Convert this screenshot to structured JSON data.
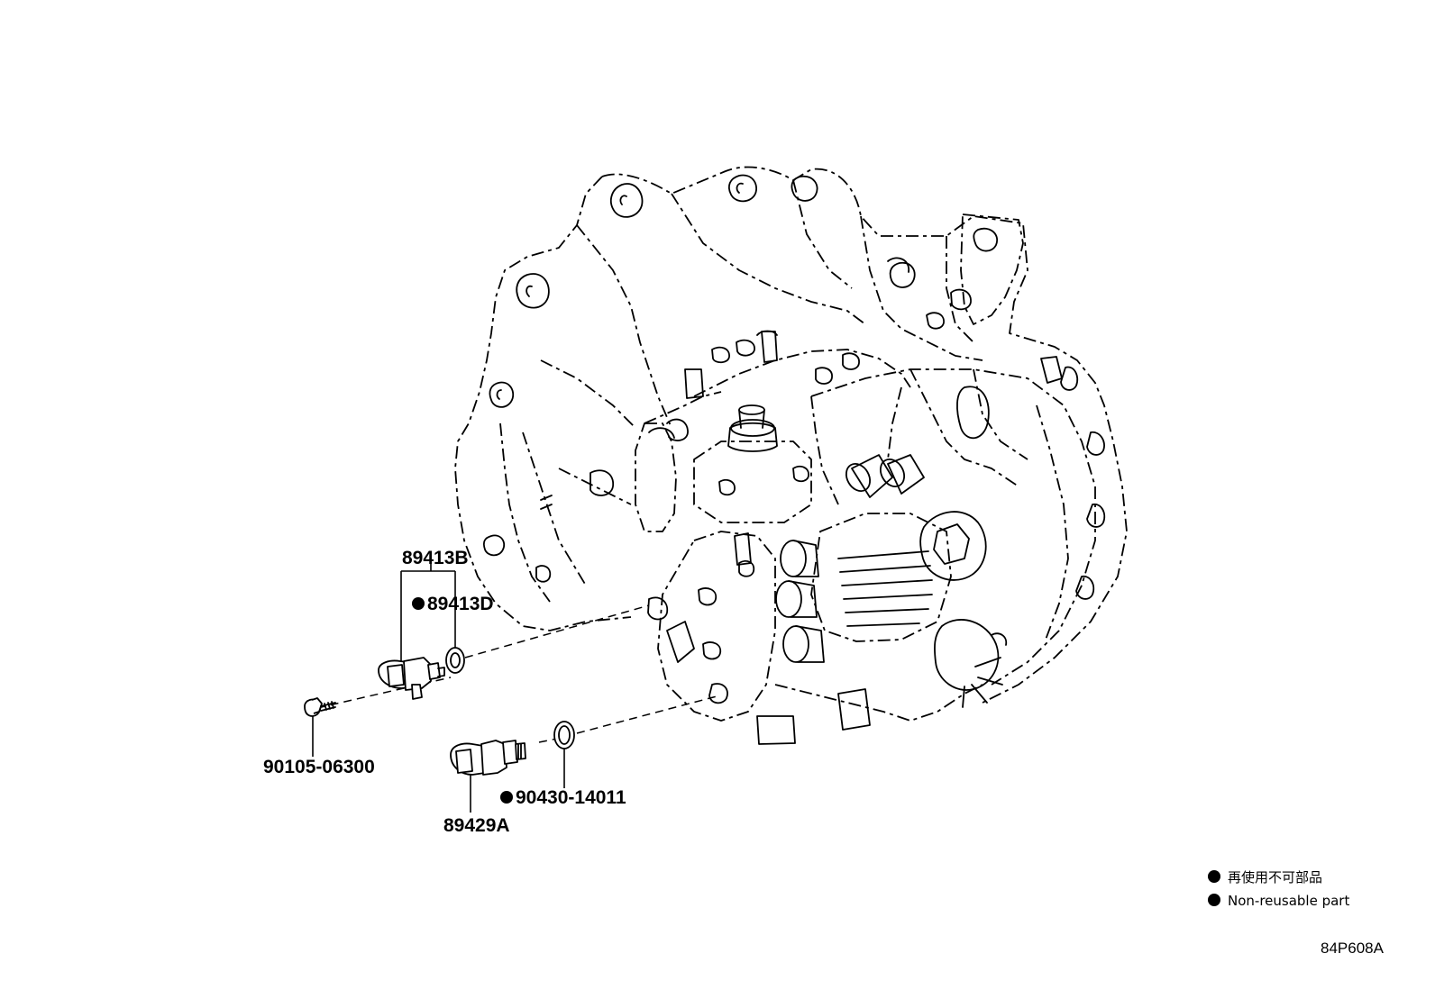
{
  "parts": [
    {
      "id": "p1",
      "number": "89413B",
      "nonreusable": false
    },
    {
      "id": "p2",
      "number": "89413D",
      "nonreusable": true
    },
    {
      "id": "p3",
      "number": "90105-06300",
      "nonreusable": false
    },
    {
      "id": "p4",
      "number": "89429A",
      "nonreusable": false
    },
    {
      "id": "p5",
      "number": "90430-14011",
      "nonreusable": true
    }
  ],
  "legend": {
    "japanese": "再使用不可部品",
    "english": "Non-reusable part"
  },
  "illustration_code": "84P608A"
}
